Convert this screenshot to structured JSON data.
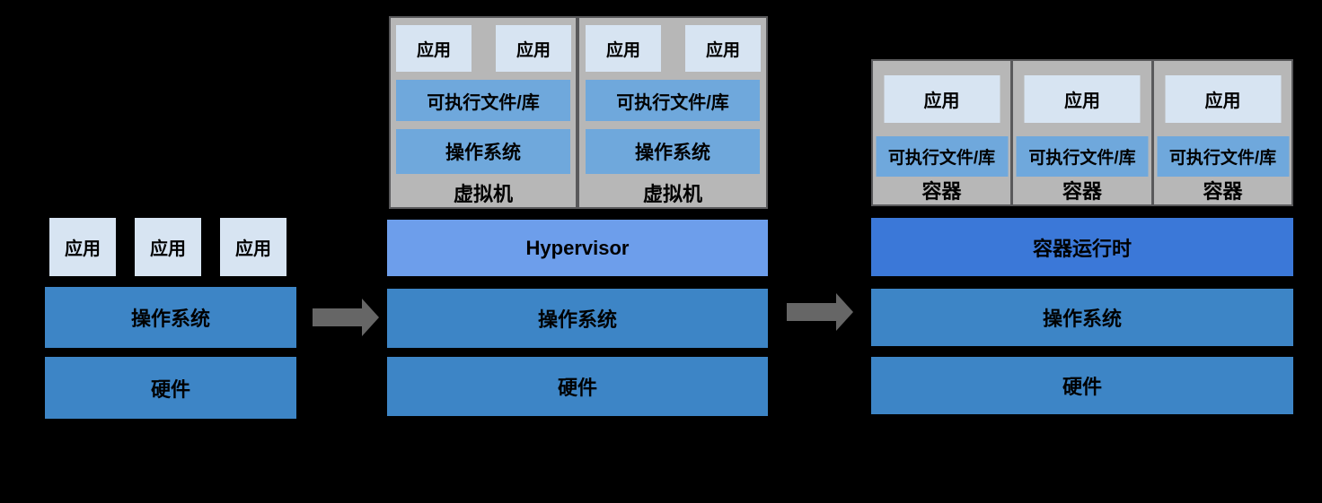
{
  "diagram": {
    "traditional": {
      "apps": [
        "应用",
        "应用",
        "应用"
      ],
      "os": "操作系统",
      "hardware": "硬件"
    },
    "virtualized": {
      "vms": [
        {
          "apps": [
            "应用",
            "应用"
          ],
          "executables": "可执行文件/库",
          "os": "操作系统",
          "label": "虚拟机"
        },
        {
          "apps": [
            "应用",
            "应用"
          ],
          "executables": "可执行文件/库",
          "os": "操作系统",
          "label": "虚拟机"
        }
      ],
      "hypervisor": "Hypervisor",
      "os": "操作系统",
      "hardware": "硬件"
    },
    "containerized": {
      "containers": [
        {
          "app": "应用",
          "executables": "可执行文件/库",
          "label": "容器"
        },
        {
          "app": "应用",
          "executables": "可执行文件/库",
          "label": "容器"
        },
        {
          "app": "应用",
          "executables": "可执行文件/库",
          "label": "容器"
        }
      ],
      "runtime": "容器运行时",
      "os": "操作系统",
      "hardware": "硬件"
    }
  },
  "colors": {
    "background": "#000000",
    "app_box": "#d7e4f2",
    "executables_box": "#6fa8dc",
    "os_box": "#3d85c6",
    "hypervisor_box": "#6d9eeb",
    "runtime_box": "#3b78d8",
    "vm_gray": "#b7b7b7",
    "vm_border": "#59595b",
    "arrow": "#666666",
    "label_text": "#000000"
  }
}
